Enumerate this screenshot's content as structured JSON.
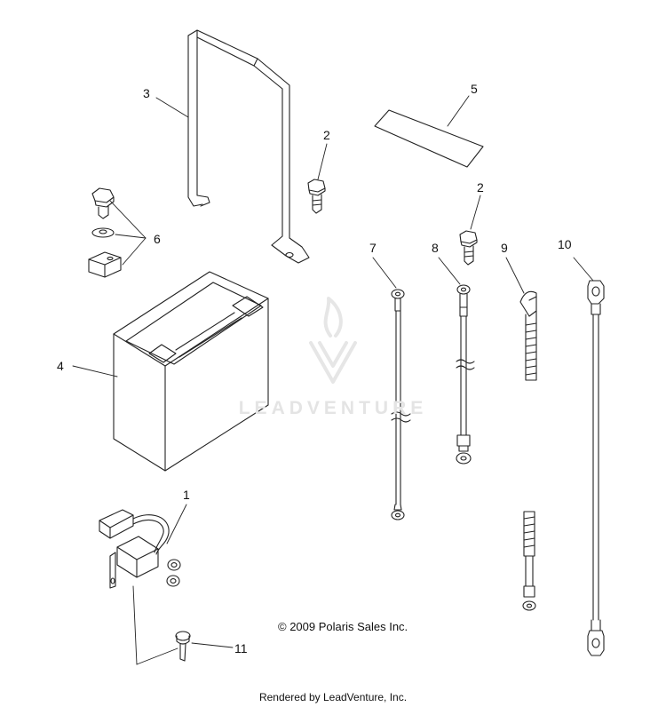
{
  "callouts": {
    "c1": "1",
    "c2a": "2",
    "c2b": "2",
    "c3": "3",
    "c4": "4",
    "c5": "5",
    "c6": "6",
    "c7": "7",
    "c8": "8",
    "c9": "9",
    "c10": "10",
    "c11": "11"
  },
  "copyright": "© 2009 Polaris Sales Inc.",
  "watermark": "LEADVENTURE",
  "footer": "Rendered by LeadVenture, Inc.",
  "colors": {
    "line": "#222222",
    "watermark": "#e4e4e4"
  }
}
